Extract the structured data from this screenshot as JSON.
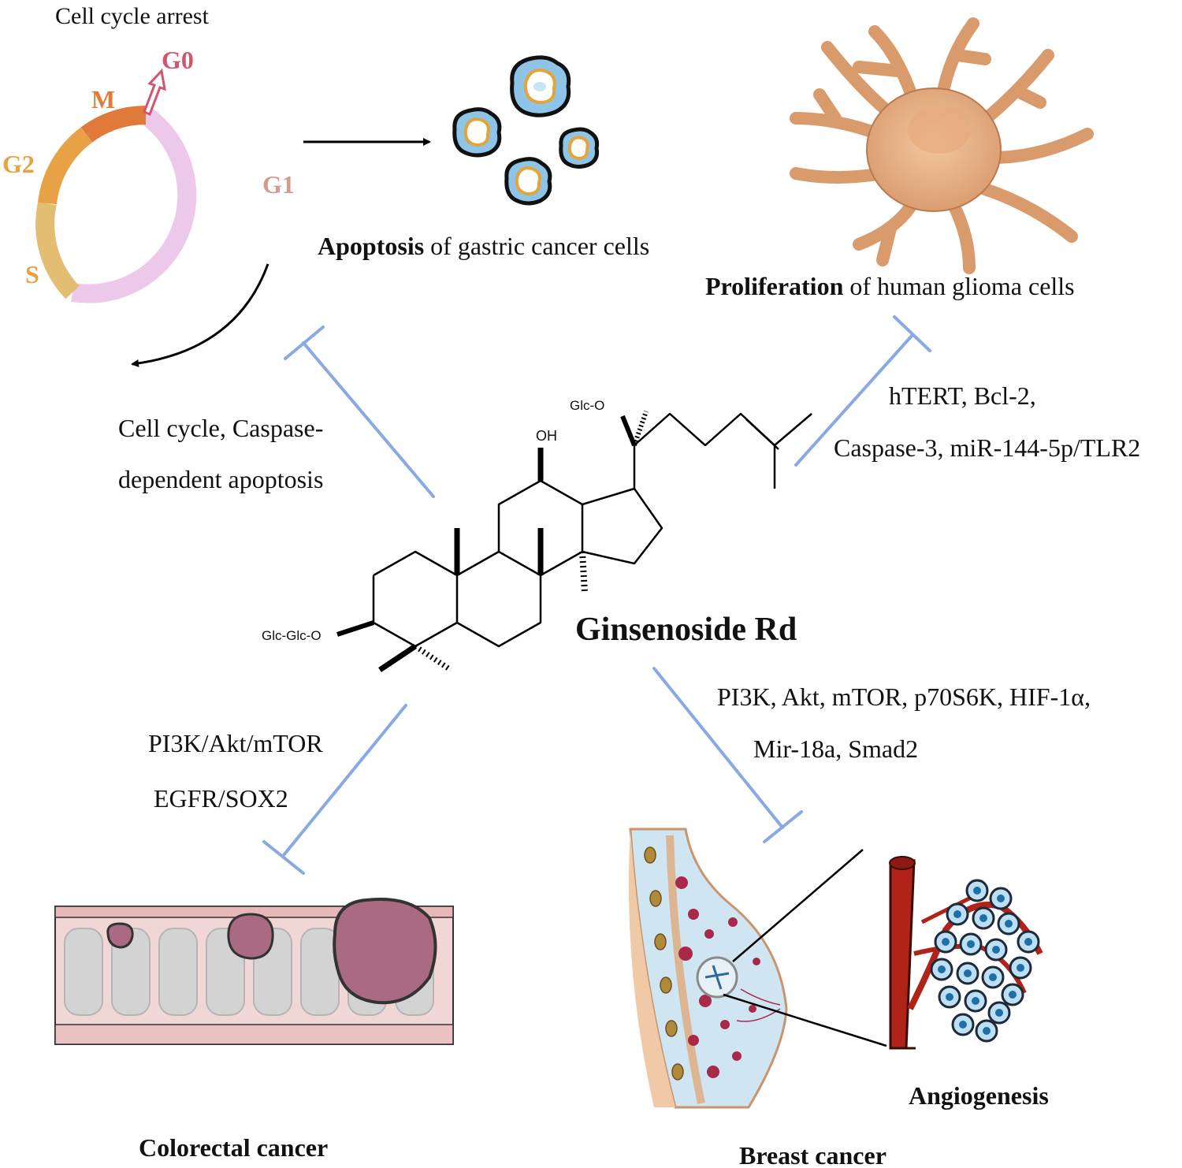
{
  "cell_cycle": {
    "title": "Cell cycle arrest",
    "phases": {
      "g0": "G0",
      "m": "M",
      "g2": "G2",
      "g1": "G1",
      "s": "S"
    },
    "colors": {
      "g1": "#ecc9ea",
      "m": "#e07a3a",
      "g2": "#e6a244",
      "s": "#e2bd72",
      "g0": "#d0566f"
    }
  },
  "apoptosis": {
    "bold": "Apoptosis",
    "rest": " of  gastric cancer cells"
  },
  "glioma": {
    "bold": "Proliferation",
    "rest": " of human glioma cells"
  },
  "left_targets": {
    "line1": "Cell cycle, Caspase-",
    "line2": "dependent apoptosis"
  },
  "right_targets": {
    "line1": "hTERT, Bcl-2,",
    "line2": "Caspase-3, miR-144-5p/TLR2"
  },
  "compound": {
    "name": "Ginsenoside Rd",
    "groups": {
      "glc_o": "Glc-O",
      "oh": "OH",
      "glc_glc_o": "Glc-Glc-O"
    }
  },
  "colorectal_targets": {
    "line1": "PI3K/Akt/mTOR",
    "line2": "EGFR/SOX2"
  },
  "breast_targets": {
    "line1": "PI3K, Akt, mTOR,   p70S6K, HIF-1α,",
    "line2": "Mir-18a, Smad2"
  },
  "captions": {
    "colorectal": "Colorectal cancer",
    "breast": "Breast cancer",
    "angiogenesis": "Angiogenesis"
  },
  "colors": {
    "inhibit": "#88a9e1",
    "arrow": "#000000"
  }
}
